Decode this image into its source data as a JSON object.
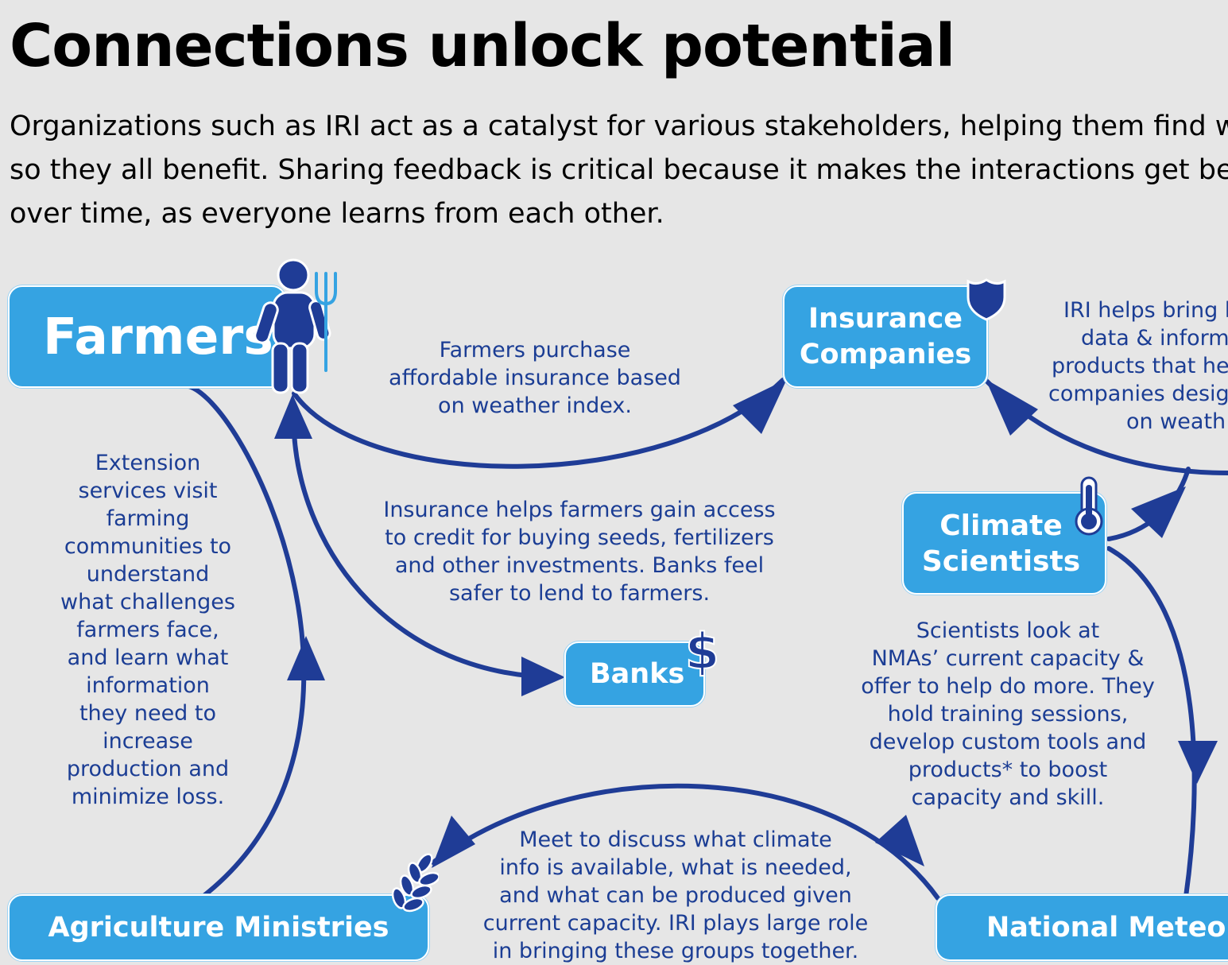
{
  "title": "Connections unlock potential",
  "intro": [
    "Organizations such as IRI act as a catalyst for various stakeholders, helping them find wa",
    "so they all benefit. Sharing feedback is critical because it makes the interactions get bette",
    "over time, as everyone learns from each other."
  ],
  "nodes": {
    "farmers": "Farmers",
    "insurance": [
      "Insurance",
      "Companies"
    ],
    "climate": [
      "Climate",
      "Scientists"
    ],
    "banks": "Banks",
    "agriculture": "Agriculture Ministries",
    "national": "National Meteor"
  },
  "descriptions": {
    "farmers_insurance": [
      "Farmers purchase",
      "affordable insurance based",
      "on weather index."
    ],
    "insurance_banks": [
      "Insurance helps farmers gain access",
      "to credit for buying seeds, fertilizers",
      "and other investments. Banks feel",
      "safer to lend to farmers."
    ],
    "extension": [
      "Extension",
      "services visit",
      "farming",
      "communities to",
      "understand",
      "what challenges",
      "farmers face,",
      "and learn what",
      "information",
      "they need to",
      "increase",
      "production and",
      "minimize loss."
    ],
    "iri_helps": [
      "IRI helps bring h",
      "data & inform",
      "products that he",
      "companies desig",
      "on weath"
    ],
    "scientists": [
      "Scientists look at",
      "NMAs’ current capacity &",
      "offer to help do more. They",
      "hold training sessions,",
      "develop custom tools and",
      "products* to boost",
      "capacity and skill."
    ],
    "meet": [
      "Meet to discuss what climate",
      "info is available, what is needed,",
      "and what can be produced given",
      "current capacity. IRI plays large role",
      "in bringing these groups together."
    ]
  },
  "icons": {
    "farmer": "farmer-with-pitchfork-icon",
    "insurance": "shield-icon",
    "climate": "thermometer-icon",
    "banks": "dollar-icon",
    "agriculture": "wheat-icon"
  },
  "colors": {
    "background": "#e6e6e6",
    "node_fill": "#35a3e2",
    "arrow": "#1f3c96",
    "icon_dark": "#1f3c96",
    "description_text": "#1b3d94"
  },
  "icon_text": {
    "dollar": "$"
  }
}
